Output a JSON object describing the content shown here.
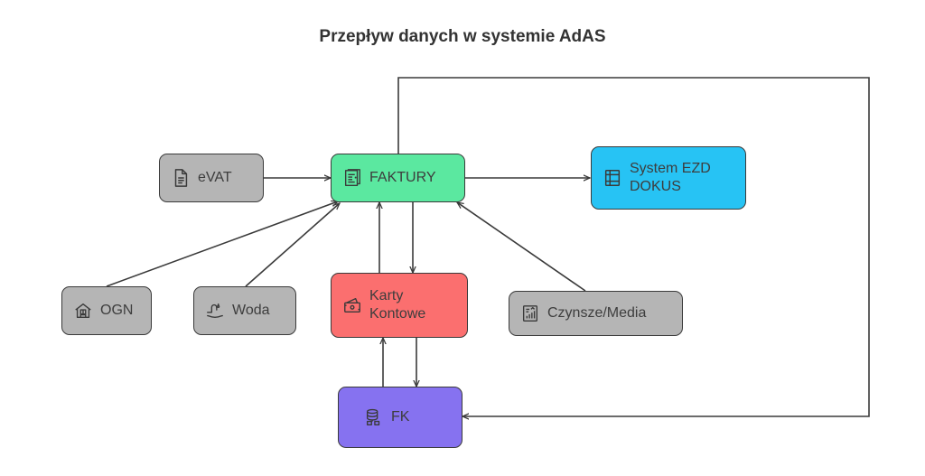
{
  "title": "Przepływ danych w systemie AdAS",
  "colors": {
    "source": "#b5b5b5",
    "faktury": "#5be8a0",
    "ezd": "#27c3f4",
    "karty": "#fb6f6f",
    "fk": "#8672f0",
    "edge": "#3a3a3a"
  },
  "nodes": {
    "evat": {
      "label": "eVAT",
      "icon": "document-icon"
    },
    "faktury": {
      "label": "FAKTURY",
      "icon": "invoice-icon"
    },
    "ezd": {
      "line1": "System EZD",
      "line2": "DOKUS",
      "icon": "ledger-icon"
    },
    "ogn": {
      "label": "OGN",
      "icon": "building-icon"
    },
    "woda": {
      "label": "Woda",
      "icon": "water-tap-icon"
    },
    "karty": {
      "line1": "Karty",
      "line2": "Kontowe",
      "icon": "wallet-icon"
    },
    "czynsze": {
      "label": "Czynsze/Media",
      "icon": "report-chart-icon"
    },
    "fk": {
      "label": "FK",
      "icon": "database-icon"
    }
  },
  "edges": [
    {
      "from": "eVAT",
      "to": "FAKTURY"
    },
    {
      "from": "OGN",
      "to": "FAKTURY"
    },
    {
      "from": "Woda",
      "to": "FAKTURY"
    },
    {
      "from": "Czynsze/Media",
      "to": "FAKTURY"
    },
    {
      "from": "FAKTURY",
      "to": "System EZD DOKUS"
    },
    {
      "from": "FAKTURY",
      "to": "Karty Kontowe"
    },
    {
      "from": "Karty Kontowe",
      "to": "FAKTURY"
    },
    {
      "from": "Karty Kontowe",
      "to": "FK"
    },
    {
      "from": "FK",
      "to": "Karty Kontowe"
    },
    {
      "from": "FAKTURY",
      "to": "FK"
    }
  ]
}
